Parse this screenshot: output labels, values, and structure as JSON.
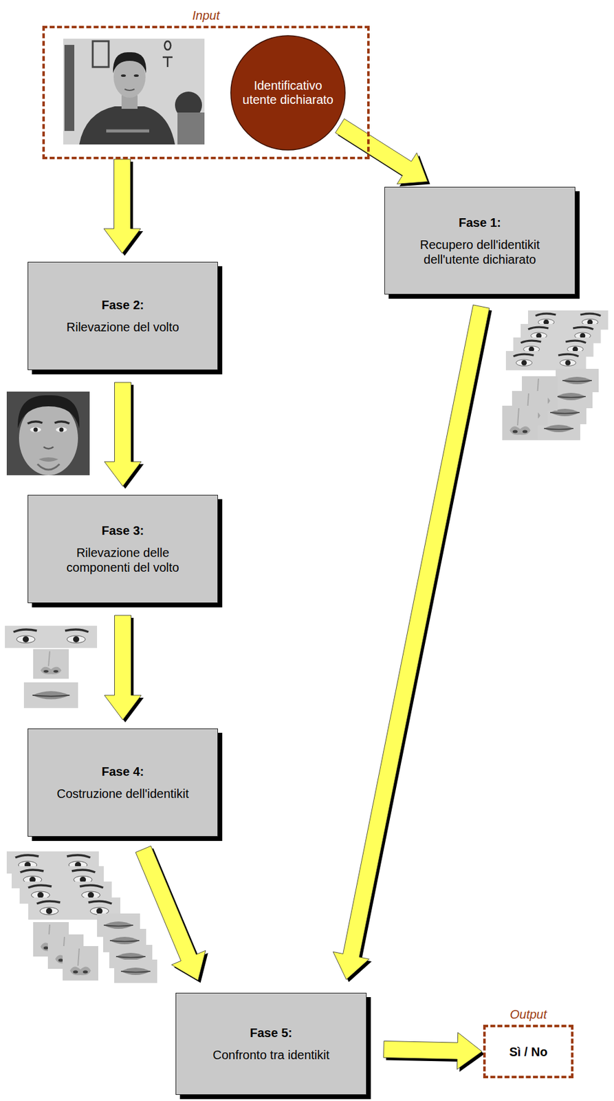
{
  "diagram": {
    "nodes": [
      {
        "text": [
          "Input"
        ]
      },
      {
        "text": [
          "Identificativo utente dichiarato"
        ],
        "in": 0
      },
      {
        "text": [
          "Fase 1:",
          "Recupero dell'identikit dell'utente dichiarato"
        ]
      },
      {
        "text": [
          "Fase 2:",
          "Rilevazione del volto"
        ]
      },
      {
        "text": [
          "Fase 3:",
          "Rilevazione delle componenti del volto"
        ]
      },
      {
        "text": [
          "Fase 4:",
          "Costruzione dell'identikit"
        ]
      },
      {
        "text": [
          "Fase 5:",
          "Confronto tra identikit"
        ]
      },
      {
        "text": [
          "Output",
          "Sì / No"
        ]
      }
    ],
    "edges": [
      {
        "from": 0,
        "to": 3,
        "arrow": "to"
      },
      {
        "from": 1,
        "to": 2,
        "arrow": "to"
      },
      {
        "from": 2,
        "to": 6,
        "arrow": "to"
      },
      {
        "from": 3,
        "to": 4,
        "arrow": "to"
      },
      {
        "from": 4,
        "to": 5,
        "arrow": "to"
      },
      {
        "from": 5,
        "to": 6,
        "arrow": "to"
      },
      {
        "from": 6,
        "to": 7,
        "arrow": "to"
      }
    ]
  }
}
